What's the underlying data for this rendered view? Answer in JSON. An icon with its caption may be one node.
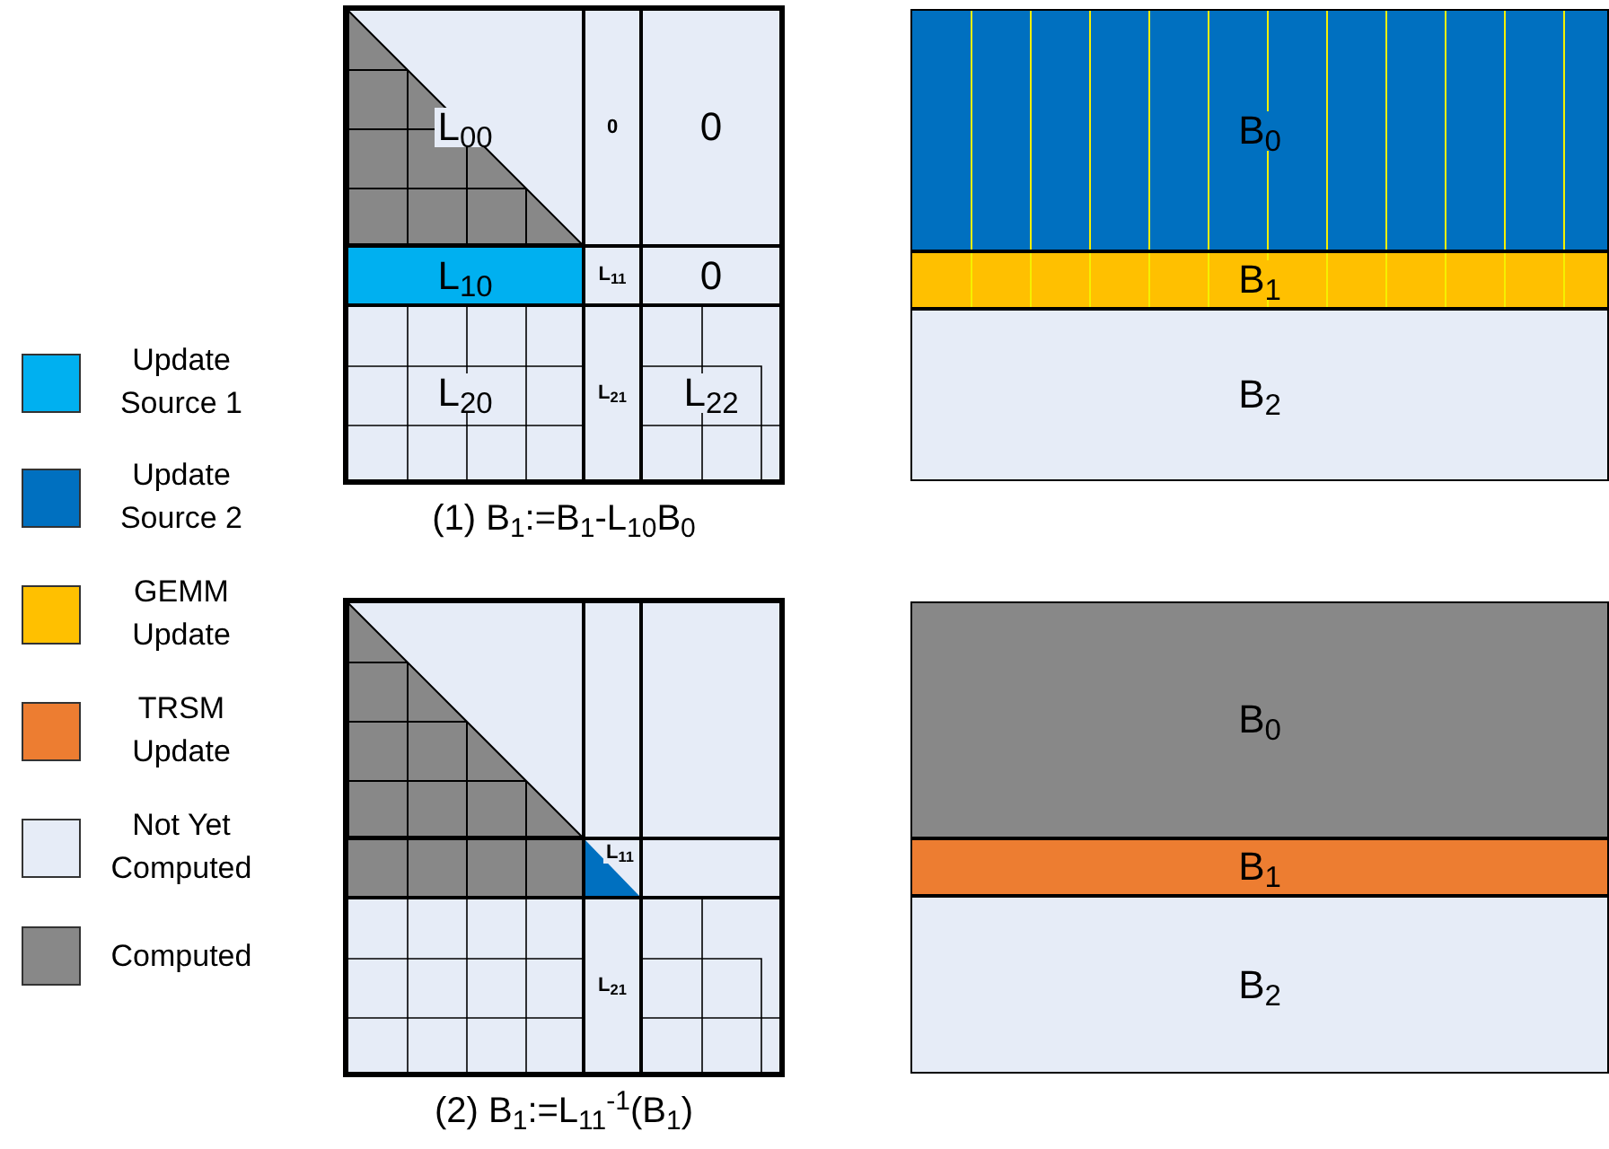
{
  "diagram": {
    "nodes": [
      {
        "text": [],
        "shape": "box",
        "beside": [
          "(1) B$_{1}$:=B$_{1}$-L$_{10}$B$_{0}$"
        ]
      },
      {
        "text": [
          "L$_{00}$"
        ],
        "in": 0
      },
      {
        "text": [
          "0"
        ],
        "in": 0
      },
      {
        "text": [
          "0"
        ],
        "in": 0
      },
      {
        "text": [
          "L$_{10}$"
        ],
        "in": 0
      },
      {
        "text": [
          "L$_{11}$"
        ],
        "in": 0
      },
      {
        "text": [
          "0"
        ],
        "in": 0
      },
      {
        "text": [
          "L$_{20}$"
        ],
        "in": 0
      },
      {
        "text": [
          "L$_{21}$"
        ],
        "in": 0
      },
      {
        "text": [
          "L$_{22}$"
        ],
        "in": 0
      },
      {
        "text": [
          "B$_{0}$"
        ]
      },
      {
        "text": [
          "B$_{1}$"
        ]
      },
      {
        "text": [
          "B$_{2}$"
        ]
      },
      {
        "text": [],
        "shape": "box",
        "beside": [
          "(2) B$_{1}$:=L$_{11}$$^{-1}$(B$_{1}$)"
        ]
      },
      {
        "text": [],
        "shape": "box",
        "in": 13
      },
      {
        "text": [],
        "shape": "box",
        "in": 13
      },
      {
        "text": [],
        "shape": "box",
        "in": 13
      },
      {
        "text": [],
        "shape": "box",
        "in": 13
      },
      {
        "text": [
          "L$_{11}$"
        ],
        "in": 13
      },
      {
        "text": [],
        "shape": "box",
        "in": 13
      },
      {
        "text": [],
        "shape": "box",
        "in": 13
      },
      {
        "text": [
          "L$_{21}$"
        ],
        "in": 13
      },
      {
        "text": [],
        "shape": "box",
        "in": 13
      },
      {
        "text": [
          "B$_{0}$"
        ]
      },
      {
        "text": [
          "B$_{1}$"
        ]
      },
      {
        "text": [
          "B$_{2}$"
        ]
      }
    ],
    "legend": [
      {
        "text": "Update Source 1",
        "color": "#00b0f0"
      },
      {
        "text": "Update Source 2",
        "color": "#0070c0"
      },
      {
        "text": "GEMM Update",
        "color": "#ffc000"
      },
      {
        "text": "TRSM Update",
        "color": "#ed7d31"
      },
      {
        "text": "Not Yet Computed",
        "color": "#e6ecf7"
      },
      {
        "text": "Computed",
        "color": "#888888"
      }
    ]
  }
}
